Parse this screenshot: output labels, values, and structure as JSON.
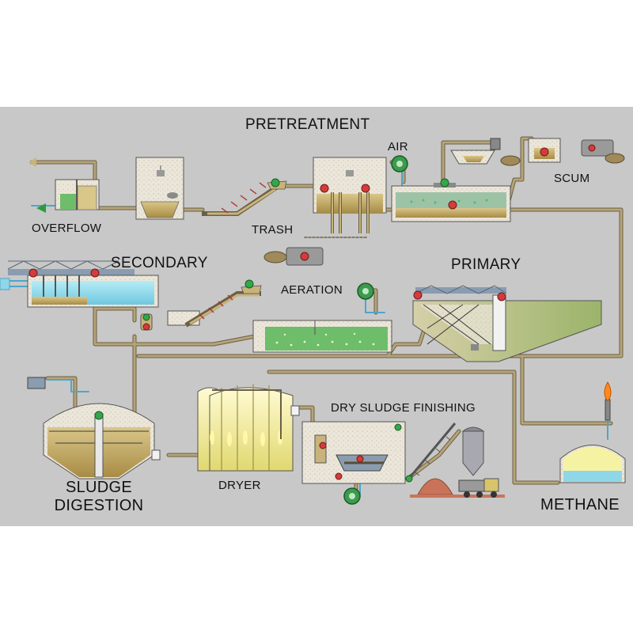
{
  "diagram": {
    "labels": {
      "pretreatment": "PRETREATMENT",
      "air": "AIR",
      "scum": "SCUM",
      "overflow": "OVERFLOW",
      "trash": "TRASH",
      "secondary": "SECONDARY",
      "primary": "PRIMARY",
      "aeration": "AERATION",
      "dry_sludge_finishing": "DRY SLUDGE FINISHING",
      "sludge_digestion_line1": "SLUDGE",
      "sludge_digestion_line2": "DIGESTION",
      "dryer": "DRYER",
      "methane": "METHANE"
    },
    "colors": {
      "background": "#c8c8c8",
      "pipe": "#b6a478",
      "pipe_edge": "#6b5f45",
      "sludge": "#c7ae6a",
      "clear_water": "#8fd6e8",
      "aeration_water": "#6dbd6a",
      "tank_wall": "#f2f2f2",
      "valve_green": "#34a849",
      "valve_red": "#d63a3a",
      "flame": "#ff8a1c",
      "dryer_glow": "#f3ec8c"
    }
  }
}
